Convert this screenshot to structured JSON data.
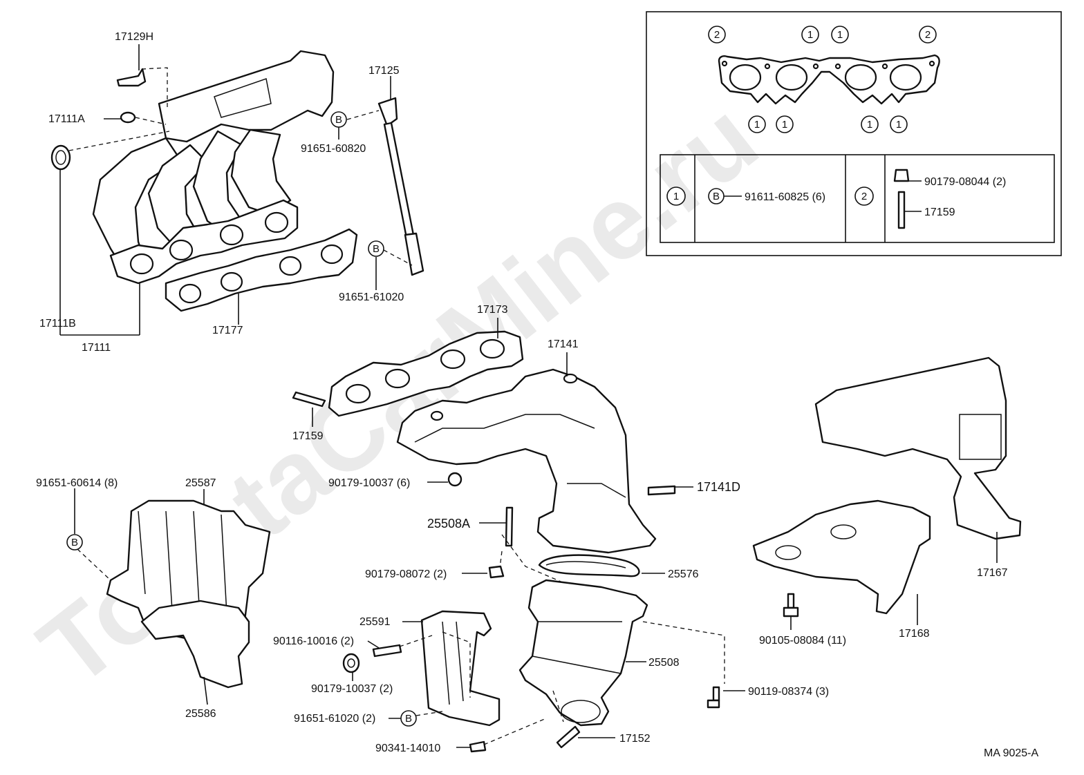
{
  "watermark": "ToyotaCarMine.ru",
  "figure_id": "MA  9025-A",
  "callout_b": "B",
  "callout_1": "1",
  "callout_2": "2",
  "inset": {
    "legend_1_part": "91611-60825 (6)",
    "legend_2_nut": "90179-08044 (2)",
    "legend_2_stud": "17159"
  },
  "labels": {
    "p17129H": "17129H",
    "p17111A": "17111A",
    "p17125": "17125",
    "p91651_60820": "91651-60820",
    "p91651_61020_top": "91651-61020",
    "p17111B": "17111B",
    "p17111": "17111",
    "p17177": "17177",
    "p17173": "17173",
    "p17141": "17141",
    "p17159": "17159",
    "p90179_10037_6": "90179-10037 (6)",
    "p17141D": "17141D",
    "p25508A": "25508A",
    "p90179_08072": "90179-08072 (2)",
    "p25576": "25576",
    "p25591": "25591",
    "p90116_10016": "90116-10016 (2)",
    "p90179_10037_2": "90179-10037 (2)",
    "p25508": "25508",
    "p90119_08374": "90119-08374 (3)",
    "p91651_61020_2": "91651-61020 (2)",
    "p17152": "17152",
    "p90341_14010": "90341-14010",
    "p91651_60614": "91651-60614 (8)",
    "p25587": "25587",
    "p25586": "25586",
    "p90105_08084": "90105-08084 (11)",
    "p17168": "17168",
    "p17167": "17167"
  }
}
